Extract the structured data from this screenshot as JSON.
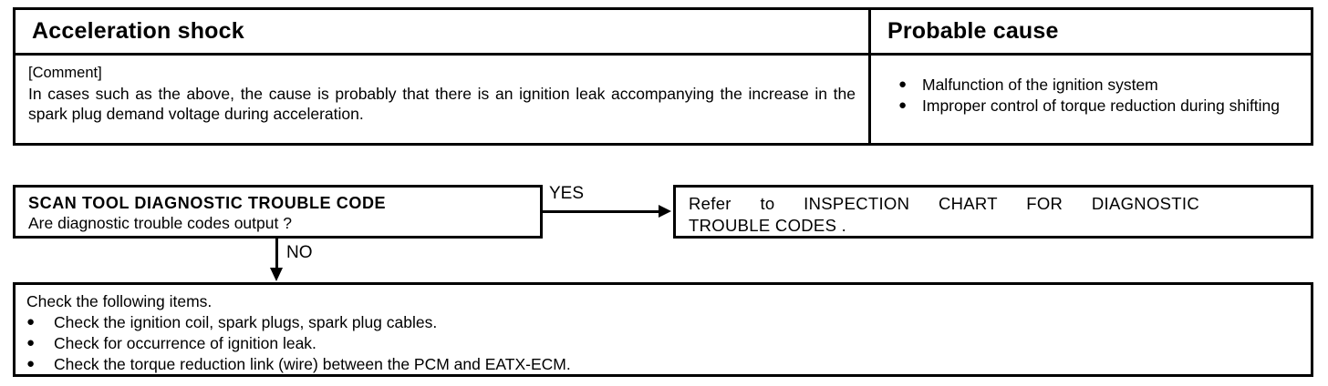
{
  "table": {
    "headers": {
      "symptom": "Acceleration shock",
      "cause": "Probable cause"
    },
    "comment_label": "[Comment]",
    "comment_body": "In cases such as the above, the cause is probably that there is an ignition leak accompanying the increase in the spark plug demand voltage during acceleration.",
    "bullet_glyph": "●",
    "causes": [
      "Malfunction of the ignition system",
      "Improper control of torque reduction during shifting"
    ]
  },
  "flow": {
    "scan_box": {
      "title": "SCAN TOOL DIAGNOSTIC TROUBLE CODE",
      "question": "Are diagnostic trouble codes output ?"
    },
    "edge_yes": "YES",
    "edge_no": "NO",
    "refer_box": {
      "line1": "Refer to INSPECTION CHART FOR DIAGNOSTIC",
      "line2": "TROUBLE CODES ."
    },
    "check_box": {
      "heading": "Check the following items.",
      "bullet_glyph": "●",
      "items": [
        "Check the ignition coil, spark plugs, spark plug cables.",
        "Check for occurrence of ignition leak.",
        "Check the torque reduction link (wire) between the PCM and EATX-ECM."
      ]
    }
  }
}
